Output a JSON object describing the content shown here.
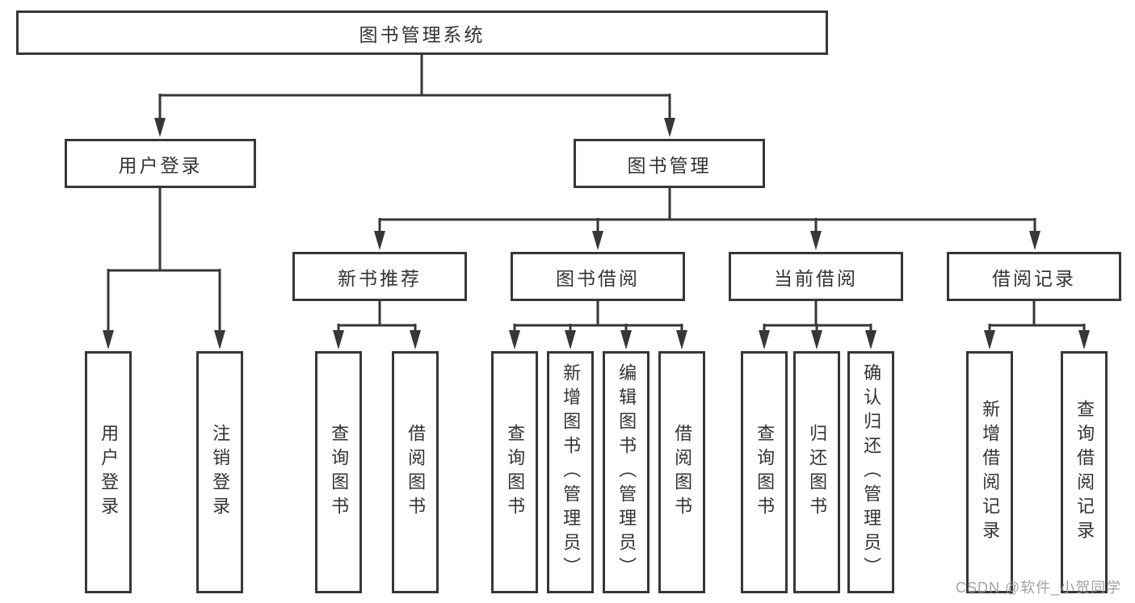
{
  "colors": {
    "line": "#373737",
    "text": "#333333",
    "background": "#ffffff",
    "watermark": "#9b9b9b"
  },
  "watermark": {
    "text": "CSDN @软件_小贺同学"
  },
  "tree": {
    "label": "图书管理系统",
    "children": [
      {
        "label": "用户登录",
        "children": [
          {
            "label": "用户登录"
          },
          {
            "label": "注销登录"
          }
        ]
      },
      {
        "label": "图书管理",
        "children": [
          {
            "label": "新书推荐",
            "children": [
              {
                "label": "查询图书"
              },
              {
                "label": "借阅图书"
              }
            ]
          },
          {
            "label": "图书借阅",
            "children": [
              {
                "label": "查询图书"
              },
              {
                "label": "新增图书（管理员）"
              },
              {
                "label": "编辑图书（管理员）"
              },
              {
                "label": "借阅图书"
              }
            ]
          },
          {
            "label": "当前借阅",
            "children": [
              {
                "label": "查询图书"
              },
              {
                "label": "归还图书"
              },
              {
                "label": "确认归还（管理员）"
              }
            ]
          },
          {
            "label": "借阅记录",
            "children": [
              {
                "label": "新增借阅记录"
              },
              {
                "label": "查询借阅记录"
              }
            ]
          }
        ]
      }
    ]
  }
}
